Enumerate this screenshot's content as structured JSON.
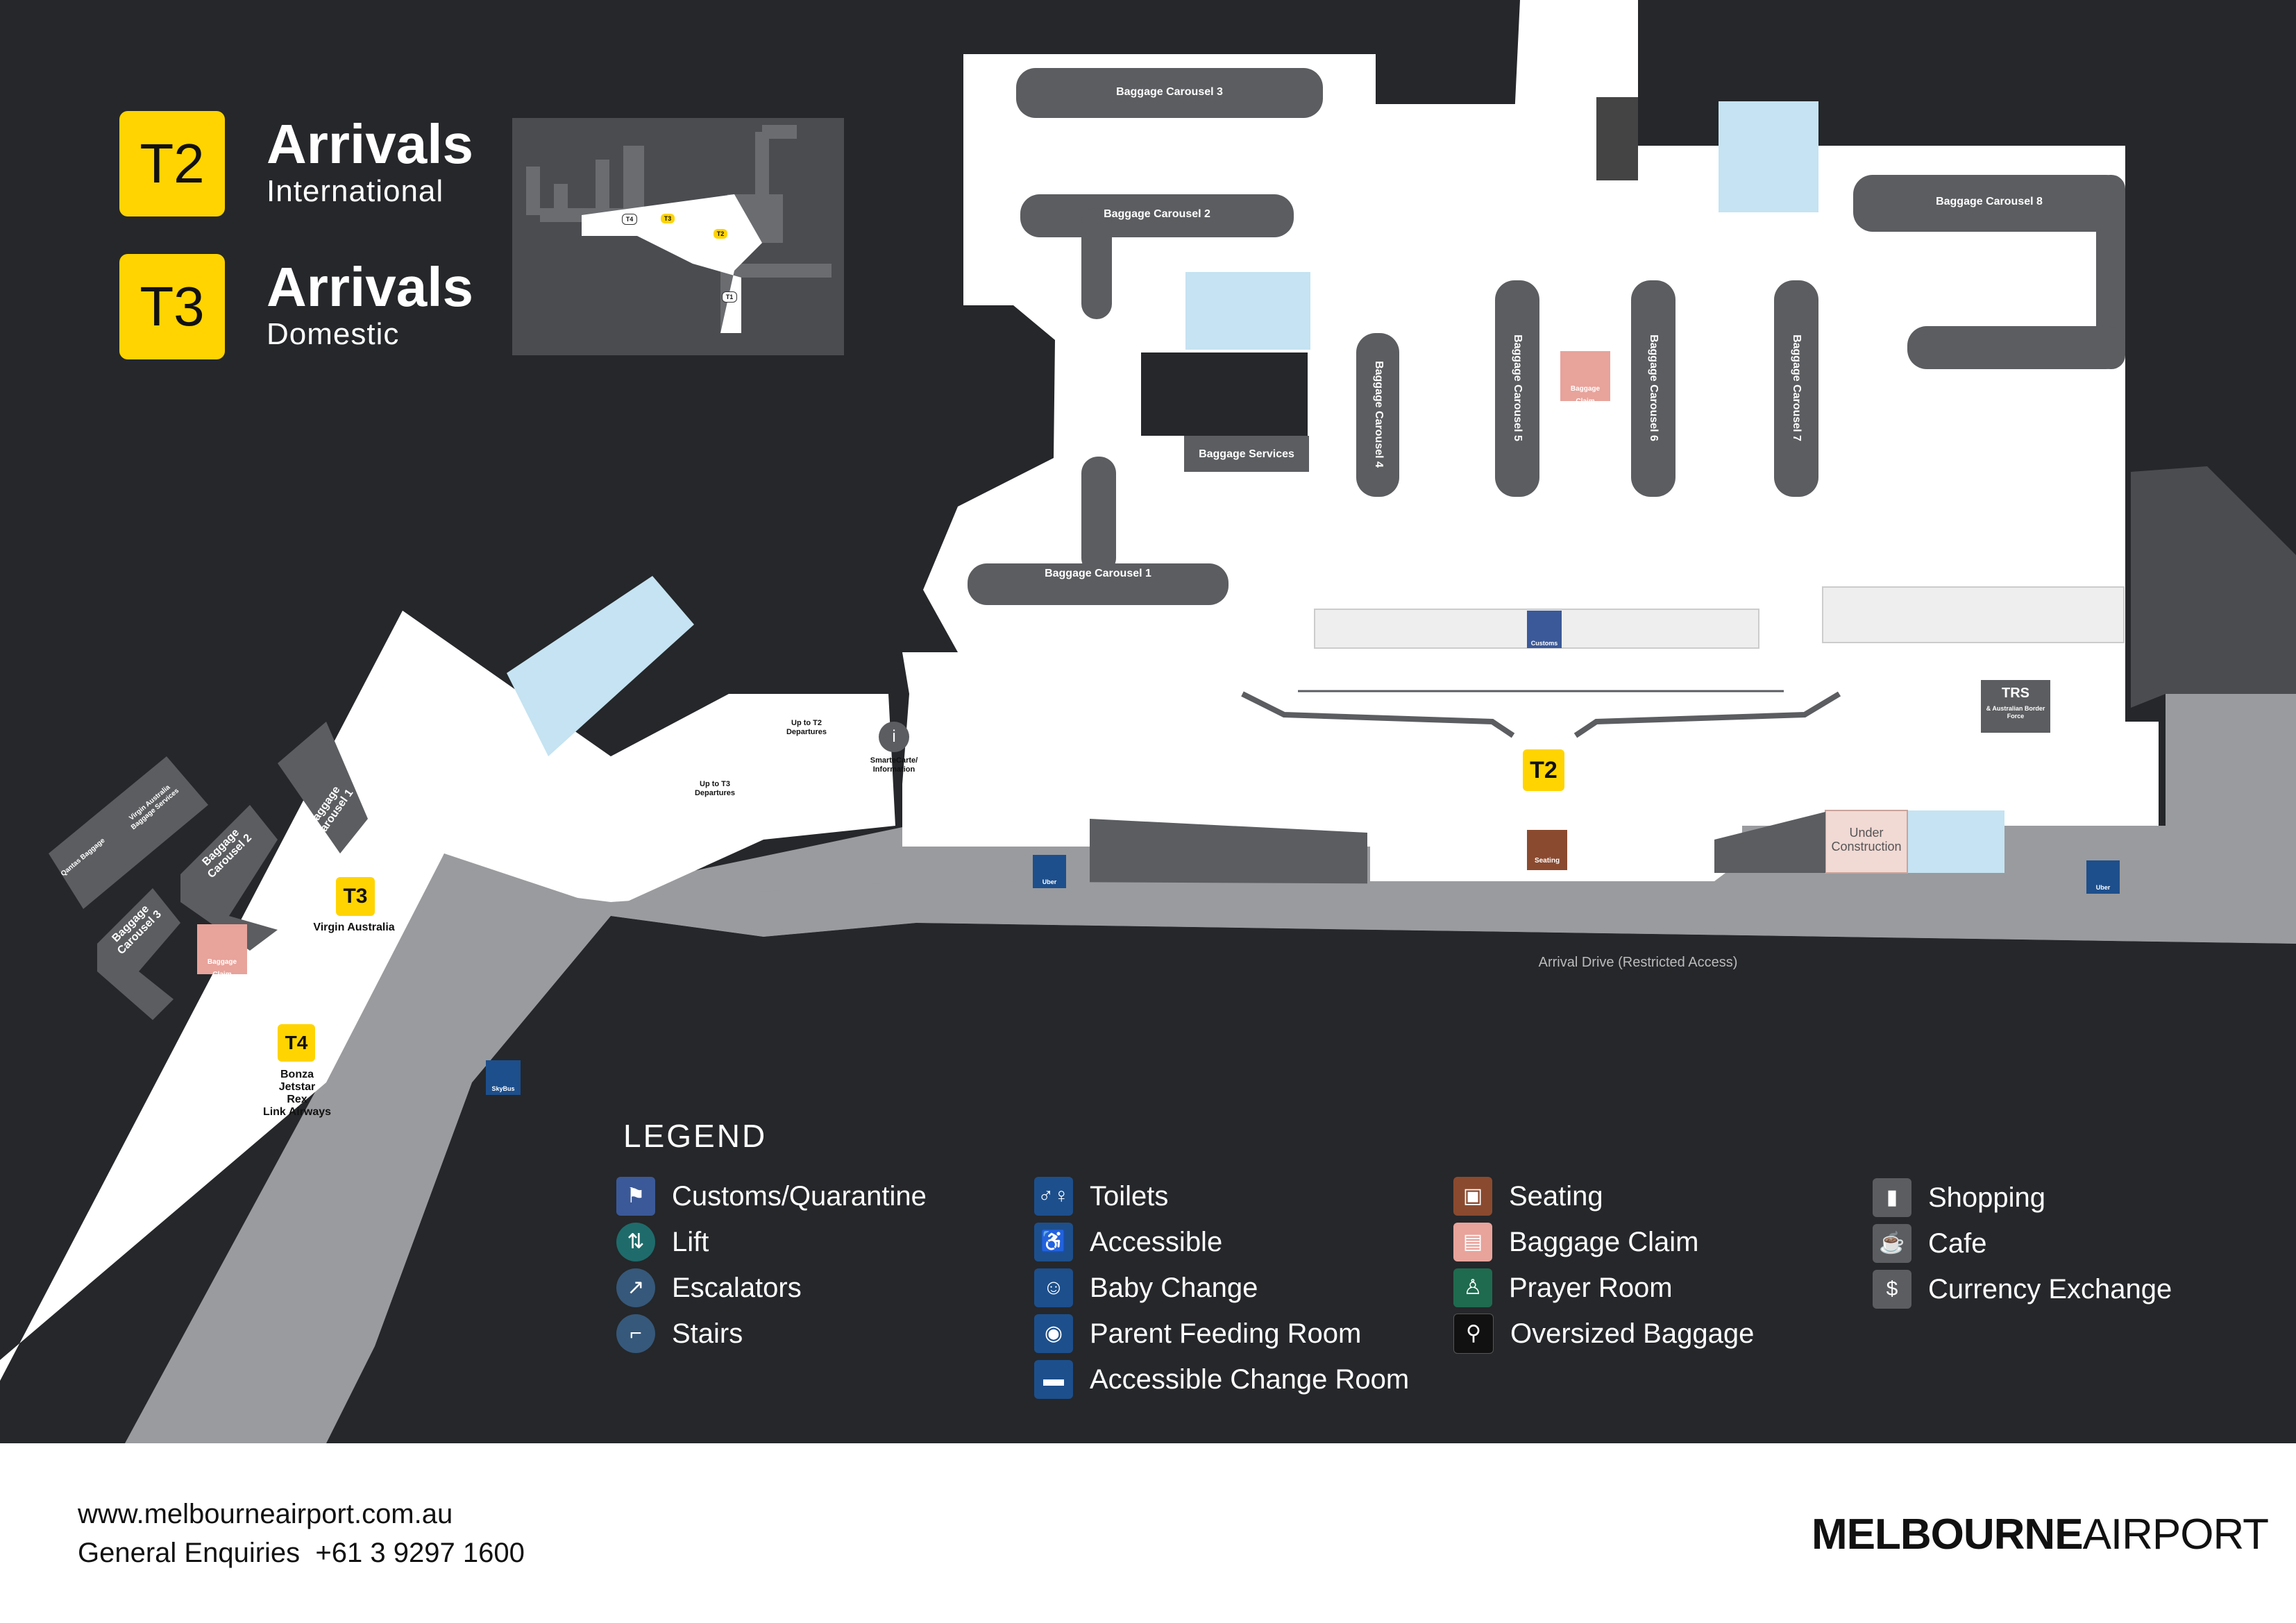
{
  "header": {
    "t2_badge": "T2",
    "t2_title": "Arrivals",
    "t2_subtitle": "International",
    "t3_badge": "T3",
    "t3_title": "Arrivals",
    "t3_subtitle": "Domestic"
  },
  "minimap": {
    "labels": [
      "T4",
      "T3",
      "T2",
      "T1"
    ]
  },
  "map": {
    "carousel_1": "Baggage Carousel 1",
    "carousel_2": "Baggage Carousel 2",
    "carousel_3": "Baggage Carousel 3",
    "carousel_4": "Baggage Carousel 4",
    "carousel_5": "Baggage Carousel 5",
    "carousel_6": "Baggage Carousel 6",
    "carousel_7": "Baggage Carousel 7",
    "carousel_8": "Baggage Carousel 8",
    "baggage_services": "Baggage Services",
    "baggage_claim": "Baggage Claim",
    "customs": "Customs",
    "trs": "TRS",
    "trs_sub": "& Australian Border Force",
    "t2_label": "T2",
    "t3_label": "T3",
    "t4_label": "T4",
    "virgin": "Virgin Australia",
    "t4_airlines": [
      "Bonza",
      "Jetstar",
      "Rex",
      "Link Airways"
    ],
    "up_t2": "Up to T2 Departures",
    "up_t3": "Up to T3 Departures",
    "smartecarte": "SmarteCarte/ Information",
    "under_construction": "Under Construction",
    "arrival_drive": "Arrival Drive (Restricted Access)",
    "uber": "Uber",
    "seating": "Seating",
    "skybus": "SkyBus",
    "t3_carousel_1": "Baggage Carousel 1",
    "t3_carousel_2": "Baggage Carousel 2",
    "t3_carousel_3": "Baggage Carousel 3",
    "qantas_baggage": "Qantas Baggage",
    "virgin_baggage": "Virgin Australia Baggage Services"
  },
  "legend": {
    "title": "LEGEND",
    "items": [
      {
        "label": "Customs/Quarantine",
        "icon": "customs-icon",
        "color": "#3b5998"
      },
      {
        "label": "Lift",
        "icon": "lift-icon",
        "color": "#1f6b6b"
      },
      {
        "label": "Escalators",
        "icon": "escalator-icon",
        "color": "#36587a"
      },
      {
        "label": "Stairs",
        "icon": "stairs-icon",
        "color": "#36587a"
      },
      {
        "label": "Toilets",
        "icon": "toilets-icon",
        "color": "#1d4f8c"
      },
      {
        "label": "Accessible",
        "icon": "accessible-icon",
        "color": "#1d4f8c"
      },
      {
        "label": "Baby Change",
        "icon": "baby-change-icon",
        "color": "#1d4f8c"
      },
      {
        "label": "Parent Feeding Room",
        "icon": "parent-feeding-icon",
        "color": "#1d4f8c"
      },
      {
        "label": "Accessible Change Room",
        "icon": "accessible-change-icon",
        "color": "#1d4f8c"
      },
      {
        "label": "Seating",
        "icon": "seating-icon",
        "color": "#8a4a2f"
      },
      {
        "label": "Baggage Claim",
        "icon": "baggage-claim-icon",
        "color": "#e8a39b"
      },
      {
        "label": "Prayer Room",
        "icon": "prayer-room-icon",
        "color": "#1f6b4f"
      },
      {
        "label": "Oversized Baggage",
        "icon": "oversized-baggage-icon",
        "color": "#111111"
      },
      {
        "label": "Shopping",
        "icon": "shopping-icon",
        "color": "#5b5d60"
      },
      {
        "label": "Cafe",
        "icon": "cafe-icon",
        "color": "#5b5d60"
      },
      {
        "label": "Currency Exchange",
        "icon": "currency-exchange-icon",
        "color": "#5b5d60"
      }
    ]
  },
  "footer": {
    "website": "www.melbourneairport.com.au",
    "enquiries_label": "General Enquiries",
    "enquiries_phone": "+61 3 9297 1600",
    "logo_bold": "MELBOURNE",
    "logo_light": "AIRPORT"
  }
}
